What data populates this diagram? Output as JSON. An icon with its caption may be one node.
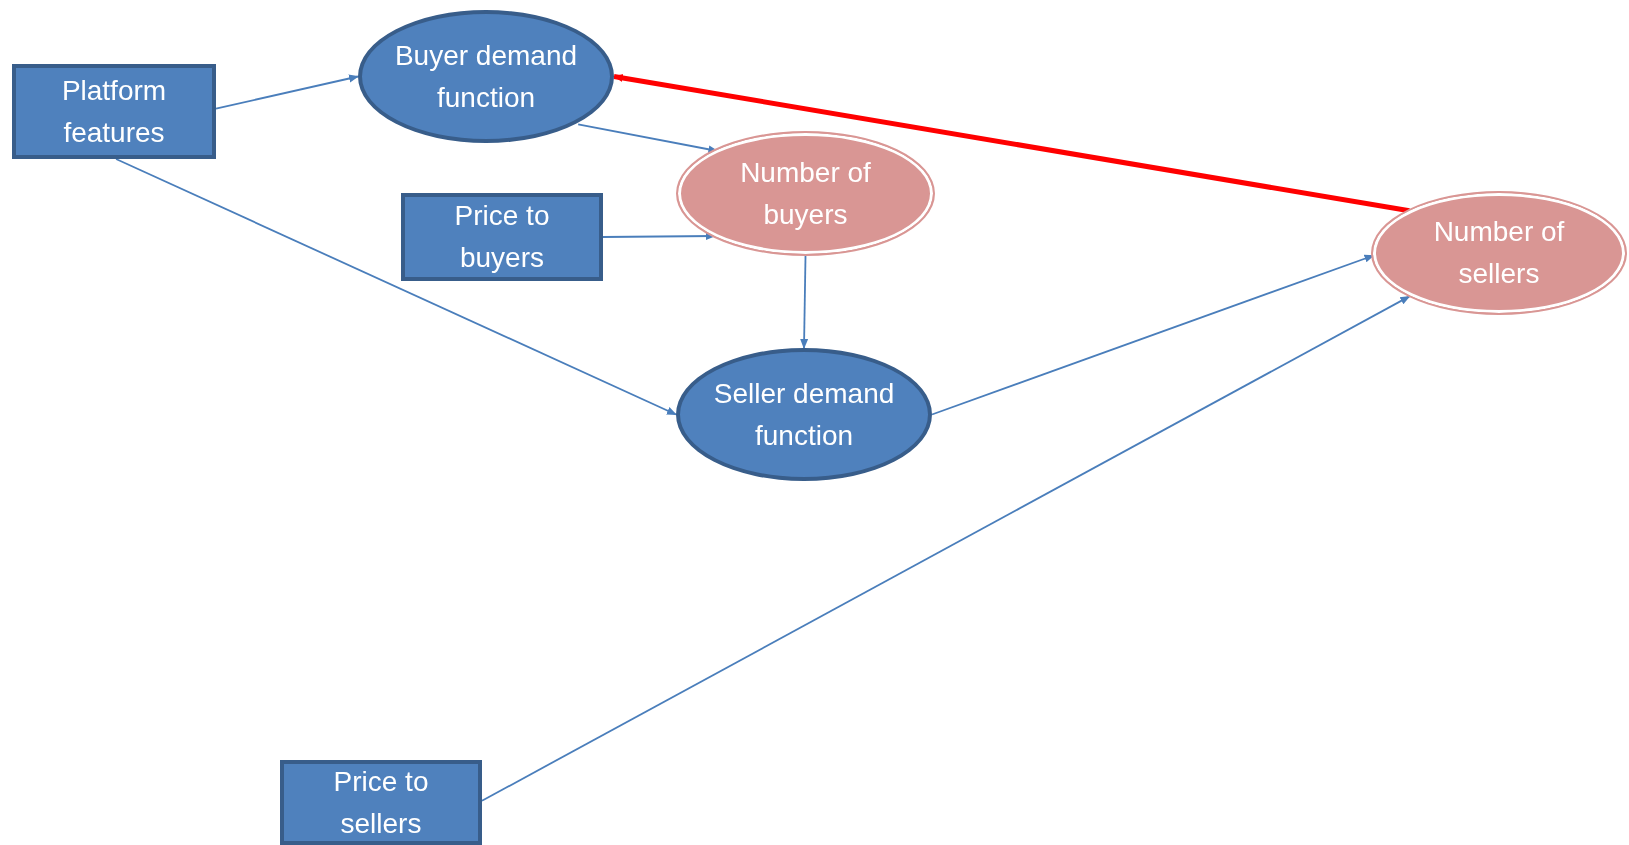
{
  "diagram": {
    "nodes": [
      {
        "text": [
          "Platform features"
        ]
      },
      {
        "text": [
          "Buyer demand function"
        ]
      },
      {
        "text": [
          "Number of buyers"
        ]
      },
      {
        "text": [
          "Price to buyers"
        ]
      },
      {
        "text": [
          "Number of sellers"
        ]
      },
      {
        "text": [
          "Seller demand function"
        ]
      },
      {
        "text": [
          "Price to sellers"
        ]
      }
    ],
    "edges": [
      {
        "from": 0,
        "to": 1,
        "arrow": "to"
      },
      {
        "from": 1,
        "to": 2,
        "arrow": "to"
      },
      {
        "from": 3,
        "to": 2,
        "arrow": "to"
      },
      {
        "from": 0,
        "to": 5,
        "arrow": "to"
      },
      {
        "from": 2,
        "to": 5,
        "arrow": "to"
      },
      {
        "from": 5,
        "to": 4,
        "arrow": "to"
      },
      {
        "from": 6,
        "to": 4,
        "arrow": "to"
      },
      {
        "from": 4,
        "to": 1,
        "arrow": "to",
        "style": "thick",
        "color": "#ff0000"
      }
    ]
  }
}
